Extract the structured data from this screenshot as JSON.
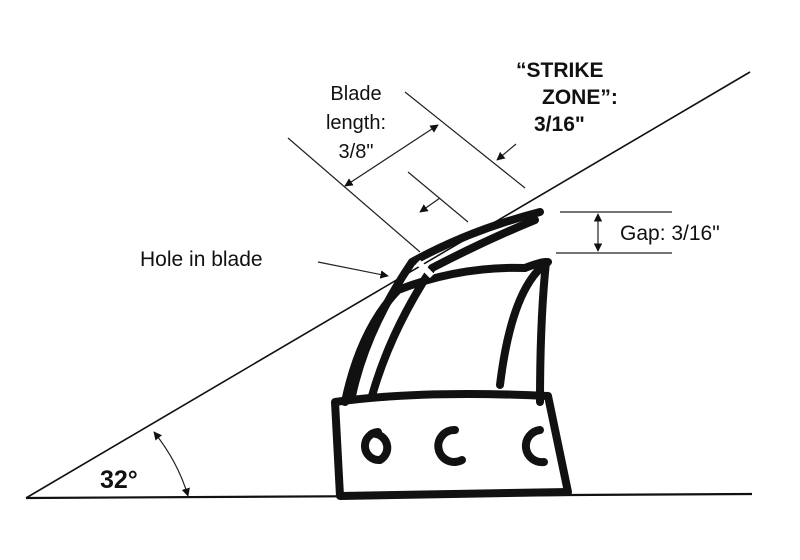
{
  "labels": {
    "blade_length_line1": "Blade",
    "blade_length_line2": "length:",
    "blade_length_line3": "3/8\"",
    "strike_zone_line1": "“STRIKE",
    "strike_zone_line2": "ZONE”:",
    "strike_zone_line3": "3/16\"",
    "gap": "Gap: 3/16\"",
    "hole": "Hole in blade",
    "angle": "32°"
  },
  "colors": {
    "ink": "#111111",
    "background": "#ffffff"
  }
}
